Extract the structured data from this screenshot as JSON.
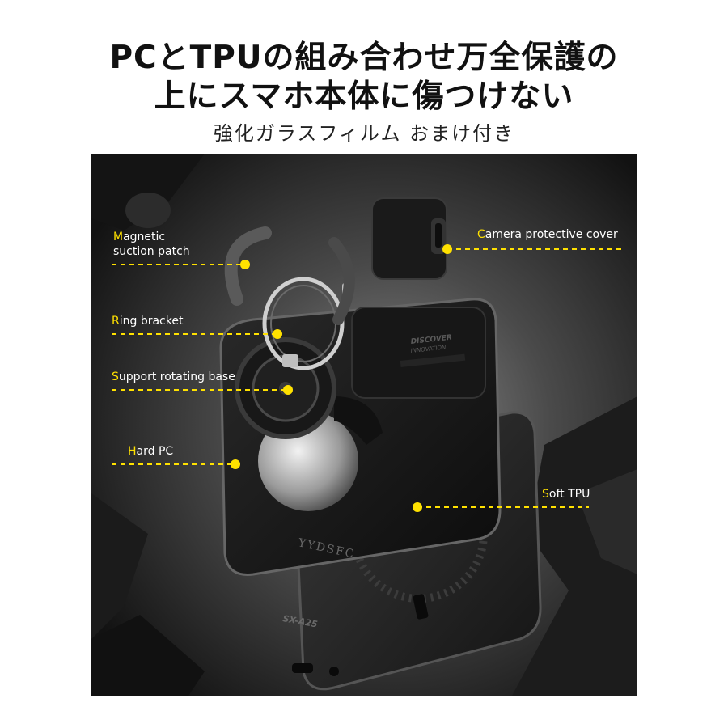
{
  "header": {
    "title_line1": "PCとTPUの組み合わせ万全保護の",
    "title_line2": "上にスマホ本体に傷つけない",
    "subtitle": "強化ガラスフィルム おまけ付き"
  },
  "labels": {
    "magnetic": {
      "first": "M",
      "rest_line1": "agnetic",
      "line2": "suction patch"
    },
    "camera": {
      "first": "C",
      "rest": "amera protective cover"
    },
    "ring": {
      "first": "R",
      "rest": "ing bracket"
    },
    "support": {
      "first": "S",
      "rest": "upport rotating base"
    },
    "hard_pc": {
      "first": "H",
      "rest": "ard PC"
    },
    "soft_tpu": {
      "first": "S",
      "rest": "oft TPU"
    }
  },
  "product_text": {
    "embossed_line1": "DISCOVER",
    "embossed_line2": "INNOVATION",
    "watermark": "YYDSFC",
    "model": "SX-A25"
  },
  "colors": {
    "accent": "#ffe100",
    "background_dark": "#1a1a1a",
    "text_dark": "#111111"
  }
}
